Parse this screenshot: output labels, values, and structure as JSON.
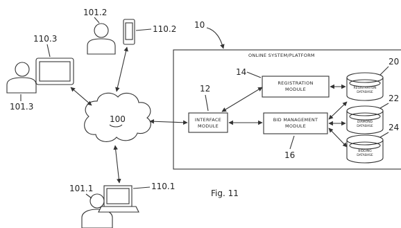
{
  "platform": {
    "ref": "10",
    "title": "ONLINE SYSTEM/PLATFORM"
  },
  "network": {
    "ref": "100"
  },
  "modules": {
    "interface": {
      "ref": "12",
      "line1": "INTERFACE",
      "line2": "MODULE"
    },
    "registration": {
      "ref": "14",
      "line1": "REGISTRATION",
      "line2": "MODULE"
    },
    "bid": {
      "ref": "16",
      "line1": "BID MANAGEMENT",
      "line2": "MODULE"
    }
  },
  "databases": {
    "registration": {
      "ref": "20",
      "line1": "REGISTRATION",
      "line2": "DATABASE"
    },
    "diamond": {
      "ref": "22",
      "line1": "DIAMOND",
      "line2": "DATABASE"
    },
    "bidding": {
      "ref": "24",
      "line1": "BIDDING",
      "line2": "DATABASE"
    }
  },
  "users": {
    "u1": {
      "user_ref": "101.1",
      "device_ref": "110.1",
      "device": "laptop-icon"
    },
    "u2": {
      "user_ref": "101.2",
      "device_ref": "110.2",
      "device": "mobile-phone-icon"
    },
    "u3": {
      "user_ref": "101.3",
      "device_ref": "110.3",
      "device": "tablet-icon"
    }
  },
  "caption": "Fig. 11"
}
